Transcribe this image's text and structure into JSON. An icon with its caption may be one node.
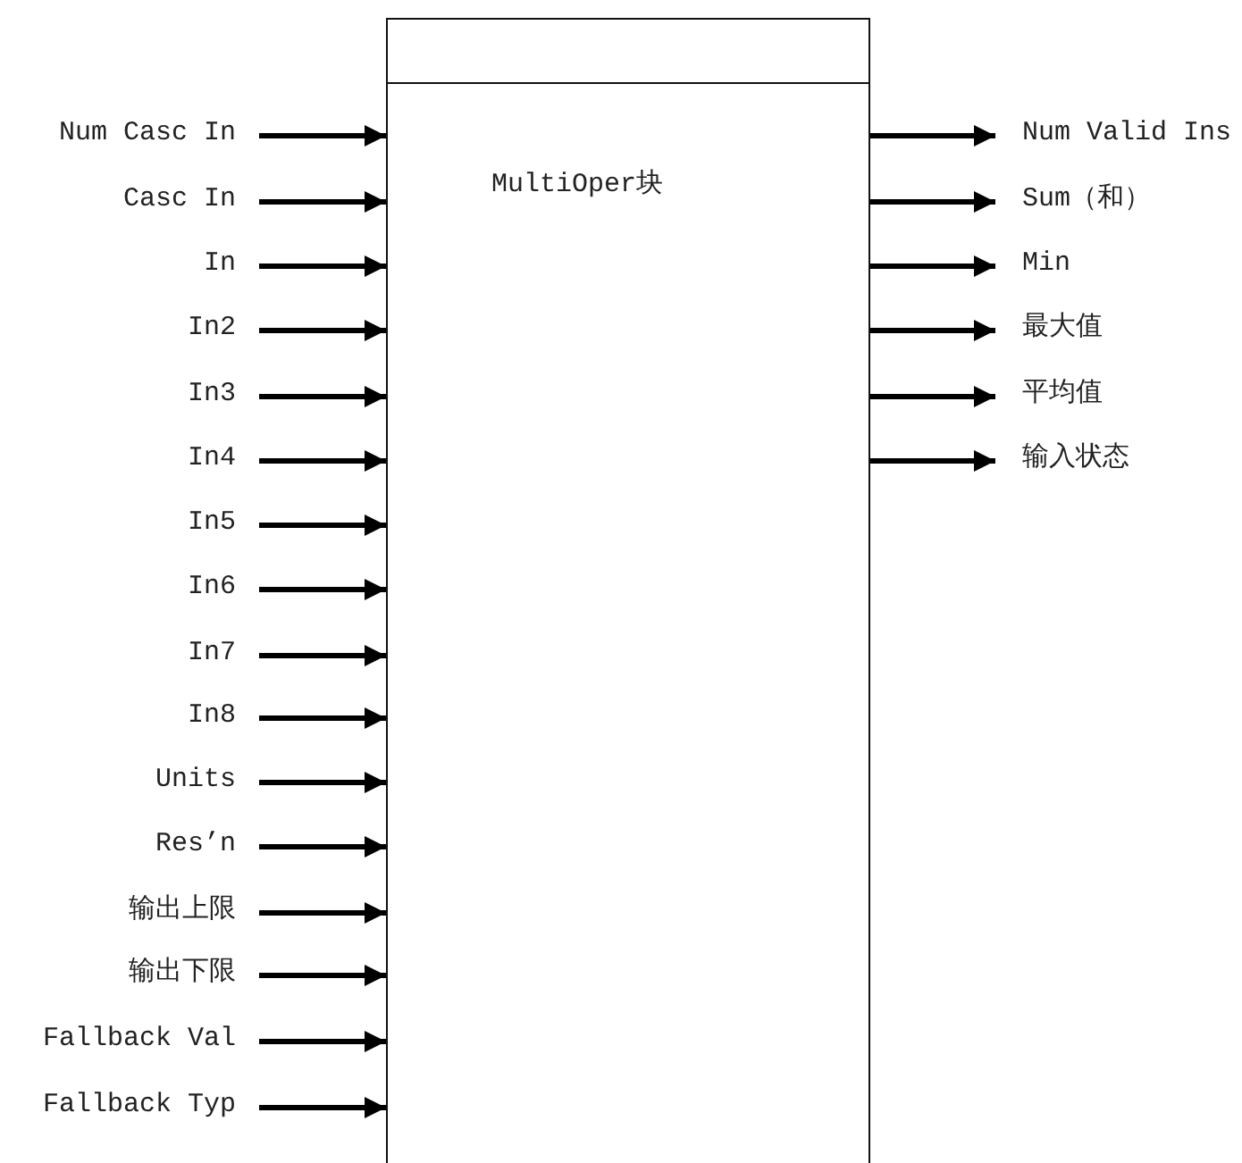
{
  "diagram": {
    "nodes": [
      {
        "text": [
          "MultiOper块"
        ]
      },
      {
        "text": [
          "Num Casc In"
        ]
      },
      {
        "text": [
          "Casc In"
        ]
      },
      {
        "text": [
          "In"
        ]
      },
      {
        "text": [
          "In2"
        ]
      },
      {
        "text": [
          "In3"
        ]
      },
      {
        "text": [
          "In4"
        ]
      },
      {
        "text": [
          "In5"
        ]
      },
      {
        "text": [
          "In6"
        ]
      },
      {
        "text": [
          "In7"
        ]
      },
      {
        "text": [
          "In8"
        ]
      },
      {
        "text": [
          "Units"
        ]
      },
      {
        "text": [
          "Res’n"
        ]
      },
      {
        "text": [
          "输出上限"
        ]
      },
      {
        "text": [
          "输出下限"
        ]
      },
      {
        "text": [
          "Fallback Val"
        ]
      },
      {
        "text": [
          "Fallback Typ"
        ]
      },
      {
        "text": [
          "Num Valid Ins"
        ]
      },
      {
        "text": [
          "Sum（和）"
        ]
      },
      {
        "text": [
          "Min"
        ]
      },
      {
        "text": [
          "最大值"
        ]
      },
      {
        "text": [
          "平均值"
        ]
      },
      {
        "text": [
          "输入状态"
        ]
      }
    ],
    "edges": [
      {
        "from": 1,
        "to": 0,
        "arrow": "to"
      },
      {
        "from": 2,
        "to": 0,
        "arrow": "to"
      },
      {
        "from": 3,
        "to": 0,
        "arrow": "to"
      },
      {
        "from": 4,
        "to": 0,
        "arrow": "to"
      },
      {
        "from": 5,
        "to": 0,
        "arrow": "to"
      },
      {
        "from": 6,
        "to": 0,
        "arrow": "to"
      },
      {
        "from": 7,
        "to": 0,
        "arrow": "to"
      },
      {
        "from": 8,
        "to": 0,
        "arrow": "to"
      },
      {
        "from": 9,
        "to": 0,
        "arrow": "to"
      },
      {
        "from": 10,
        "to": 0,
        "arrow": "to"
      },
      {
        "from": 11,
        "to": 0,
        "arrow": "to"
      },
      {
        "from": 12,
        "to": 0,
        "arrow": "to"
      },
      {
        "from": 13,
        "to": 0,
        "arrow": "to"
      },
      {
        "from": 14,
        "to": 0,
        "arrow": "to"
      },
      {
        "from": 15,
        "to": 0,
        "arrow": "to"
      },
      {
        "from": 16,
        "to": 0,
        "arrow": "to"
      },
      {
        "from": 0,
        "to": 17,
        "arrow": "to"
      },
      {
        "from": 0,
        "to": 18,
        "arrow": "to"
      },
      {
        "from": 0,
        "to": 19,
        "arrow": "to"
      },
      {
        "from": 0,
        "to": 20,
        "arrow": "to"
      },
      {
        "from": 0,
        "to": 21,
        "arrow": "to"
      },
      {
        "from": 0,
        "to": 22,
        "arrow": "to"
      }
    ]
  }
}
